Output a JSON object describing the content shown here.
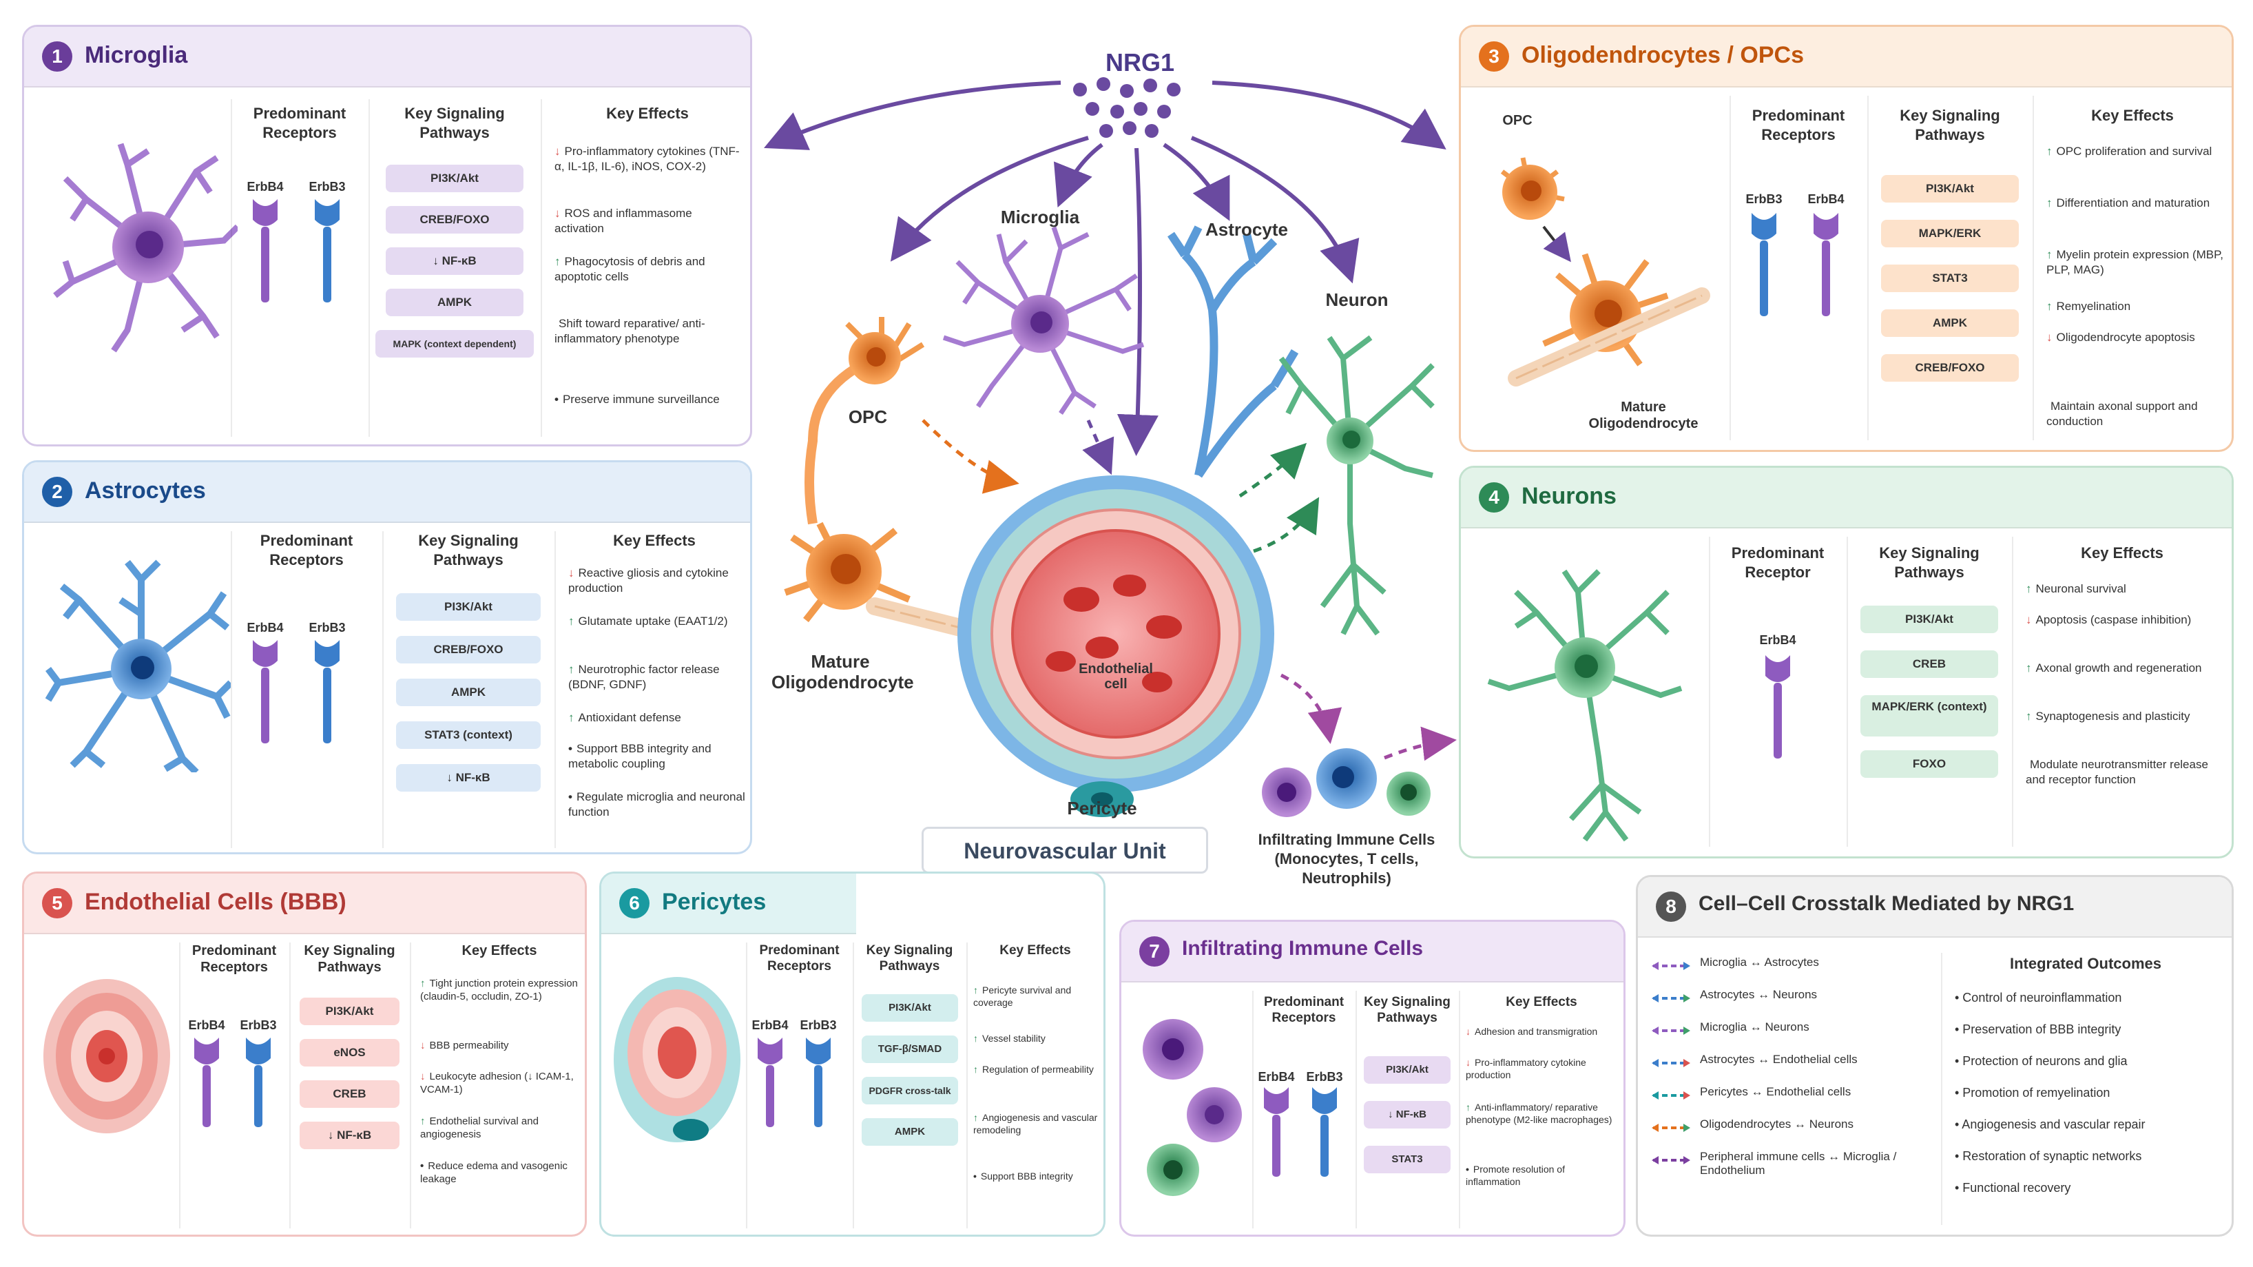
{
  "center": {
    "nrg1": "NRG1",
    "microglia": "Microglia",
    "astrocyte": "Astrocyte",
    "neuron": "Neuron",
    "opc": "OPC",
    "mature_oligo": "Mature Oligodendrocyte",
    "endothelial": "Endothelial cell",
    "pericyte": "Pericyte",
    "nvu": "Neurovascular Unit",
    "immune": "Infiltrating Immune Cells (Monocytes, T cells, Neutrophils)"
  },
  "colors": {
    "microglia": "#6a3d9a",
    "astrocyte": "#1f5fa8",
    "oligo": "#e4711d",
    "neuron": "#2e8b57",
    "endothelial": "#d9534f",
    "pericyte": "#1a9aa0",
    "immune": "#7b3fa0",
    "crosstalk": "#555555"
  },
  "panels": {
    "microglia": {
      "num": "1",
      "title": "Microglia",
      "receptors_label": "Predominant Receptors",
      "pathways_label": "Key Signaling Pathways",
      "effects_label": "Key Effects",
      "receptors": [
        "ErbB4",
        "ErbB3"
      ],
      "pathways": [
        "PI3K/Akt",
        "CREB/FOXO",
        "↓ NF-κB",
        "AMPK",
        "MAPK (context dependent)"
      ],
      "effects": [
        {
          "mark": "↓",
          "text": "Pro-inflammatory cytokines (TNF-α, IL-1β, IL-6), iNOS, COX-2)"
        },
        {
          "mark": "↓",
          "text": "ROS and inflammasome activation"
        },
        {
          "mark": "↑",
          "text": "Phagocytosis of debris and apoptotic cells"
        },
        {
          "mark": "",
          "text": "Shift toward reparative/ anti-inflammatory phenotype"
        },
        {
          "mark": "•",
          "text": "Preserve immune surveillance"
        }
      ]
    },
    "astrocytes": {
      "num": "2",
      "title": "Astrocytes",
      "receptors_label": "Predominant Receptors",
      "pathways_label": "Key Signaling Pathways",
      "effects_label": "Key Effects",
      "receptors": [
        "ErbB4",
        "ErbB3"
      ],
      "pathways": [
        "PI3K/Akt",
        "CREB/FOXO",
        "AMPK",
        "STAT3 (context)",
        "↓ NF-κB"
      ],
      "effects": [
        {
          "mark": "↓",
          "text": "Reactive gliosis and cytokine production"
        },
        {
          "mark": "↑",
          "text": "Glutamate uptake (EAAT1/2)"
        },
        {
          "mark": "↑",
          "text": "Neurotrophic factor release (BDNF, GDNF)"
        },
        {
          "mark": "↑",
          "text": "Antioxidant defense"
        },
        {
          "mark": "•",
          "text": "Support BBB integrity and metabolic coupling"
        },
        {
          "mark": "•",
          "text": "Regulate microglia and neuronal function"
        }
      ]
    },
    "oligo": {
      "num": "3",
      "title": "Oligodendrocytes / OPCs",
      "opc_label": "OPC",
      "mature_label": "Mature Oligodendrocyte",
      "receptors_label": "Predominant Receptors",
      "pathways_label": "Key Signaling Pathways",
      "effects_label": "Key Effects",
      "receptors": [
        "ErbB3",
        "ErbB4"
      ],
      "pathways": [
        "PI3K/Akt",
        "MAPK/ERK",
        "STAT3",
        "AMPK",
        "CREB/FOXO"
      ],
      "effects": [
        {
          "mark": "↑",
          "text": "OPC proliferation and survival"
        },
        {
          "mark": "↑",
          "text": "Differentiation and maturation"
        },
        {
          "mark": "↑",
          "text": "Myelin protein expression (MBP, PLP, MAG)"
        },
        {
          "mark": "↑",
          "text": "Remyelination"
        },
        {
          "mark": "↓",
          "text": "Oligodendrocyte apoptosis"
        },
        {
          "mark": "",
          "text": "Maintain axonal support and conduction"
        }
      ]
    },
    "neurons": {
      "num": "4",
      "title": "Neurons",
      "receptors_label": "Predominant Receptor",
      "pathways_label": "Key Signaling Pathways",
      "effects_label": "Key Effects",
      "receptors": [
        "ErbB4"
      ],
      "pathways": [
        "PI3K/Akt",
        "CREB",
        "MAPK/ERK (context)",
        "FOXO"
      ],
      "effects": [
        {
          "mark": "↑",
          "text": "Neuronal survival"
        },
        {
          "mark": "↓",
          "text": "Apoptosis (caspase inhibition)"
        },
        {
          "mark": "↑",
          "text": "Axonal growth and regeneration"
        },
        {
          "mark": "↑",
          "text": "Synaptogenesis and plasticity"
        },
        {
          "mark": "",
          "text": "Modulate neurotransmitter release and receptor function"
        }
      ]
    },
    "endothelial": {
      "num": "5",
      "title": "Endothelial Cells (BBB)",
      "receptors_label": "Predominant Receptors",
      "pathways_label": "Key Signaling Pathways",
      "effects_label": "Key Effects",
      "receptors": [
        "ErbB4",
        "ErbB3"
      ],
      "pathways": [
        "PI3K/Akt",
        "eNOS",
        "CREB",
        "↓ NF-κB"
      ],
      "effects": [
        {
          "mark": "↑",
          "text": "Tight junction protein expression (claudin-5, occludin, ZO-1)"
        },
        {
          "mark": "↓",
          "text": "BBB permeability"
        },
        {
          "mark": "↓",
          "text": "Leukocyte adhesion (↓ ICAM-1, VCAM-1)"
        },
        {
          "mark": "↑",
          "text": "Endothelial survival and angiogenesis"
        },
        {
          "mark": "•",
          "text": "Reduce edema and vasogenic leakage"
        }
      ]
    },
    "pericytes": {
      "num": "6",
      "title": "Pericytes",
      "receptors_label": "Predominant Receptors",
      "pathways_label": "Key Signaling Pathways",
      "effects_label": "Key Effects",
      "receptors": [
        "ErbB4",
        "ErbB3"
      ],
      "pathways": [
        "PI3K/Akt",
        "TGF-β/SMAD",
        "PDGFR cross-talk",
        "AMPK"
      ],
      "effects": [
        {
          "mark": "↑",
          "text": "Pericyte survival and coverage"
        },
        {
          "mark": "↑",
          "text": "Vessel stability"
        },
        {
          "mark": "↑",
          "text": "Regulation of permeability"
        },
        {
          "mark": "↑",
          "text": "Angiogenesis and vascular remodeling"
        },
        {
          "mark": "•",
          "text": "Support BBB integrity"
        }
      ]
    },
    "immune": {
      "num": "7",
      "title": "Infiltrating Immune Cells",
      "receptors_label": "Predominant Receptors",
      "pathways_label": "Key Signaling Pathways",
      "effects_label": "Key Effects",
      "receptors": [
        "ErbB4",
        "ErbB3"
      ],
      "pathways": [
        "PI3K/Akt",
        "↓ NF-κB",
        "STAT3"
      ],
      "effects": [
        {
          "mark": "↓",
          "text": "Adhesion and transmigration"
        },
        {
          "mark": "↓",
          "text": "Pro-inflammatory cytokine production"
        },
        {
          "mark": "↑",
          "text": "Anti-inflammatory/ reparative phenotype (M2-like macrophages)"
        },
        {
          "mark": "•",
          "text": "Promote resolution of inflammation"
        }
      ]
    },
    "crosstalk": {
      "num": "8",
      "title": "Cell–Cell Crosstalk Mediated by NRG1",
      "outcomes_label": "Integrated Outcomes",
      "pairs": [
        {
          "text": "Microglia ↔ Astrocytes",
          "c1": "#8e5bbf",
          "c2": "#3b7ecb"
        },
        {
          "text": "Astrocytes ↔ Neurons",
          "c1": "#3b7ecb",
          "c2": "#3f9f6a"
        },
        {
          "text": "Microglia ↔ Neurons",
          "c1": "#8e5bbf",
          "c2": "#3f9f6a"
        },
        {
          "text": "Astrocytes ↔ Endothelial cells",
          "c1": "#3b7ecb",
          "c2": "#d9534f"
        },
        {
          "text": "Pericytes ↔ Endothelial cells",
          "c1": "#1a9aa0",
          "c2": "#d9534f"
        },
        {
          "text": "Oligodendrocytes ↔ Neurons",
          "c1": "#e4711d",
          "c2": "#3f9f6a"
        },
        {
          "text": "Peripheral immune cells ↔ Microglia / Endothelium",
          "c1": "#7b3fa0",
          "c2": "#7b3fa0"
        }
      ],
      "outcomes": [
        "Control of neuroinflammation",
        "Preservation of BBB integrity",
        "Protection of neurons and glia",
        "Promotion of remyelination",
        "Angiogenesis and vascular repair",
        "Restoration of synaptic networks",
        "Functional recovery"
      ]
    }
  }
}
